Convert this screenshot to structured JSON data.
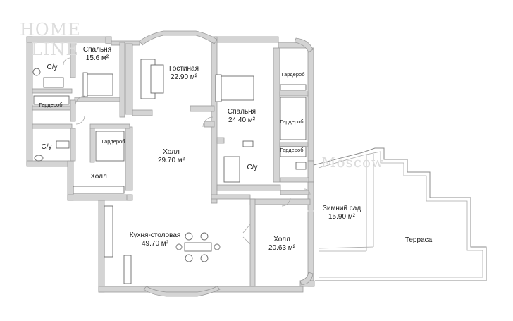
{
  "watermark": {
    "brand_line1": "HOME",
    "brand_line2": "LINE",
    "city": "Moscow"
  },
  "rooms": {
    "bedroom1": {
      "name": "Спальня",
      "area": "15.6 м²"
    },
    "wc1": {
      "name": "С/у"
    },
    "wardrobe1": {
      "name": "Гардероб"
    },
    "wc2": {
      "name": "С/у"
    },
    "wardrobe2": {
      "name": "Гардероб"
    },
    "hall1": {
      "name": "Холл"
    },
    "living": {
      "name": "Гостиная",
      "area": "22.90 м²"
    },
    "hall_center": {
      "name": "Холл",
      "area": "29.70 м²"
    },
    "bedroom2": {
      "name": "Спальня",
      "area": "24.40 м²"
    },
    "wardrobe3": {
      "name": "Гардероб"
    },
    "wardrobe4": {
      "name": "Гардероб"
    },
    "wardrobe5": {
      "name": "Гардероб"
    },
    "wc3": {
      "name": "С/у"
    },
    "winter_garden": {
      "name": "Зимний сад",
      "area": "15.90 м²"
    },
    "terrace": {
      "name": "Терраса"
    },
    "kitchen": {
      "name": "Кухня-столовая",
      "area": "49.70 м²"
    },
    "hall2": {
      "name": "Холл",
      "area": "20.63 м²"
    }
  }
}
